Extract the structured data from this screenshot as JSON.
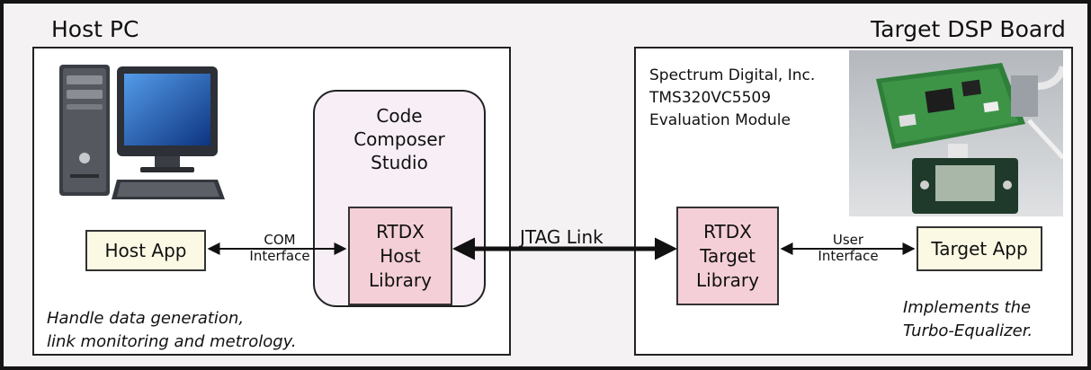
{
  "host": {
    "title": "Host PC",
    "ccs_label": [
      "Code",
      "Composer",
      "Studio"
    ],
    "host_app_label": "Host App",
    "com_label": [
      "COM",
      "Interface"
    ],
    "rtdx_host": [
      "RTDX",
      "Host",
      "Library"
    ],
    "note": [
      "Handle data generation,",
      "link monitoring and metrology."
    ]
  },
  "link": {
    "label": "JTAG Link"
  },
  "target": {
    "title": "Target DSP Board",
    "spec": [
      "Spectrum Digital, Inc.",
      "TMS320VC5509",
      "Evaluation Module"
    ],
    "rtdx_target": [
      "RTDX",
      "Target",
      "Library"
    ],
    "user_label": [
      "User",
      "Interface"
    ],
    "target_app_label": "Target App",
    "note": [
      "Implements the",
      "Turbo-Equalizer."
    ]
  },
  "colors": {
    "app_box": "#fbf9e3",
    "rtdx_box": "#f4cfd7",
    "ccs_box": "#f7eef6",
    "background": "#f4f2f2"
  },
  "icons": [
    "desktop-computer-icon",
    "dsp-board-photo"
  ]
}
